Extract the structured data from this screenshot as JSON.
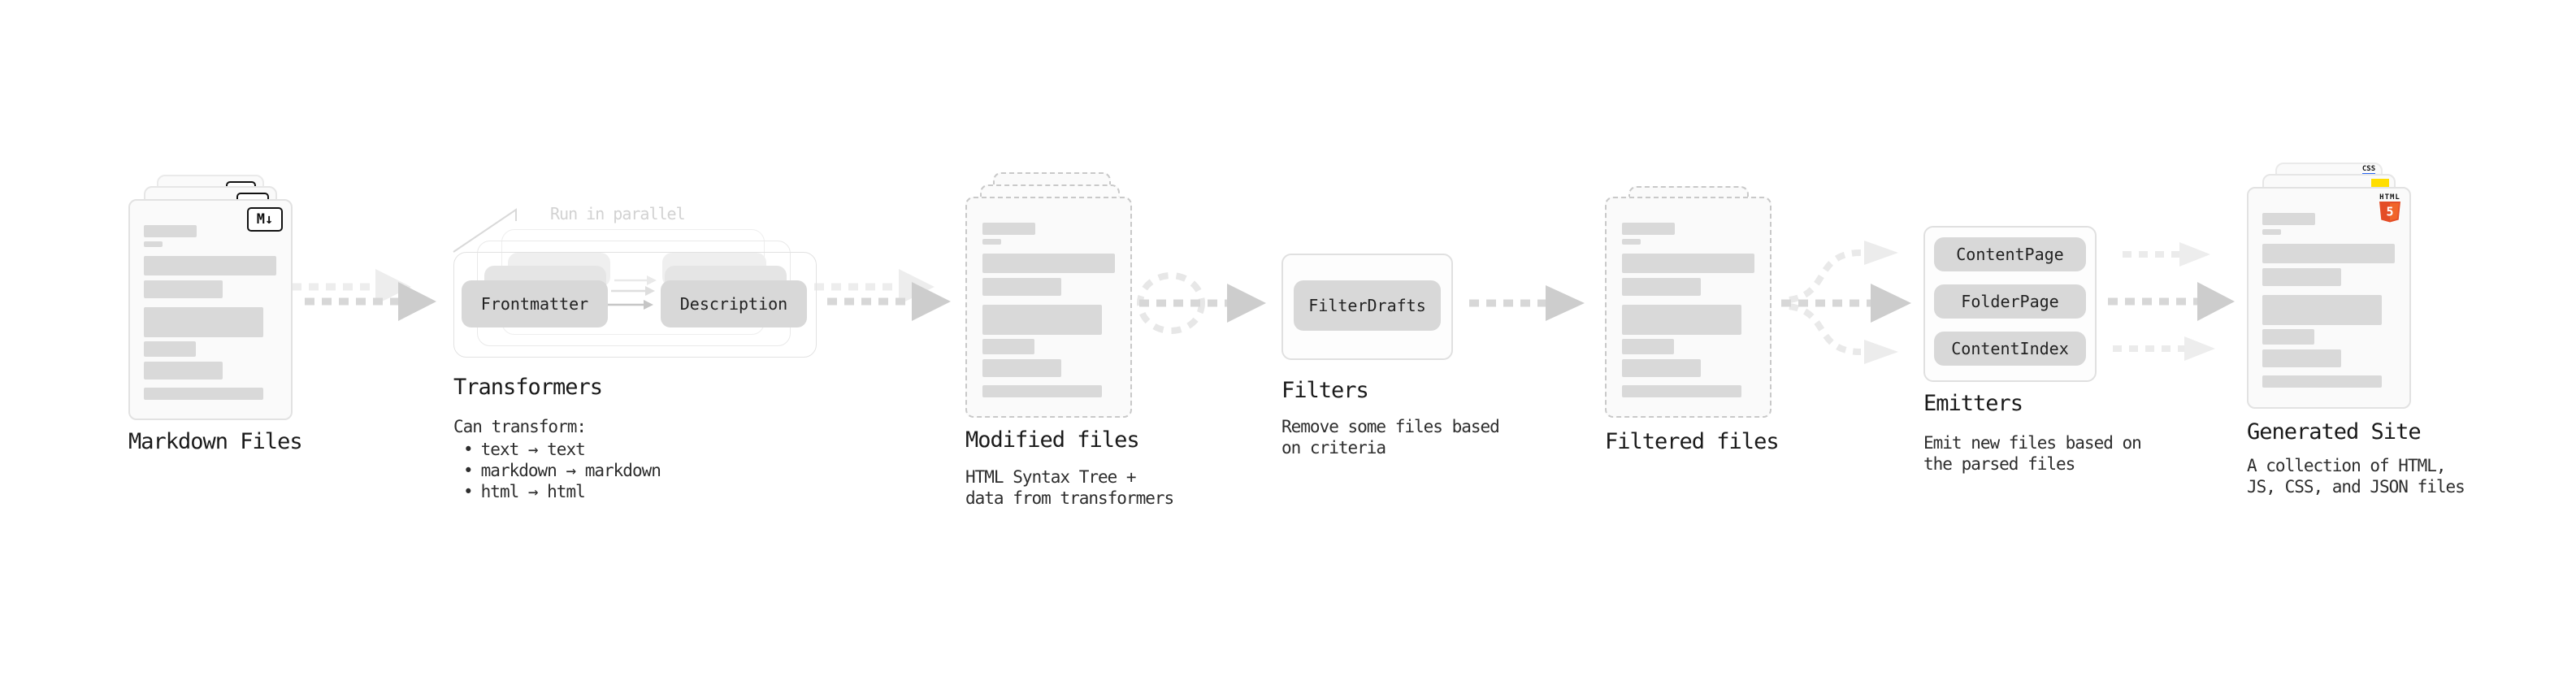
{
  "nodes": {
    "markdown_files": {
      "title": "Markdown Files",
      "icon_label": "M↓"
    },
    "transformers": {
      "title": "Transformers",
      "parallel_note": "Run in parallel",
      "frontmatter_label": "Frontmatter",
      "description_label": "Description",
      "can_transform_heading": "Can transform:",
      "bullet_char": "•",
      "bullets": [
        "text → text",
        "markdown → markdown",
        "html → html"
      ]
    },
    "modified_files": {
      "title": "Modified files",
      "subtitle_lines": [
        "HTML Syntax Tree +",
        "data from transformers"
      ]
    },
    "filters": {
      "title": "Filters",
      "button_label": "FilterDrafts",
      "subtitle_lines": [
        "Remove some files based",
        "on criteria"
      ]
    },
    "filtered_files": {
      "title": "Filtered files"
    },
    "emitters": {
      "title": "Emitters",
      "buttons": [
        "ContentPage",
        "FolderPage",
        "ContentIndex"
      ],
      "subtitle_lines": [
        "Emit new files based on",
        "the parsed files"
      ]
    },
    "generated_site": {
      "title": "Generated Site",
      "subtitle_lines": [
        "A collection of HTML,",
        "JS, CSS, and JSON files"
      ],
      "css_badge": "CSS",
      "html_logo_text": "HTML",
      "html_logo_number": "5"
    }
  },
  "colors": {
    "background": "#ffffff",
    "card_bg": "#fafafa",
    "card_border": "#e2e2e2",
    "dashed_border": "#c9c9c9",
    "placeholder_bar": "#d9d9d9",
    "pill_bg": "#d8d8d8",
    "arrow": "#d7d7d7",
    "arrow_head": "#cdcdcd",
    "arrow_ghost": "#ededed",
    "title_text": "#1a1a1a",
    "body_text": "#2d2d2d",
    "faint_text": "#d2d2d2",
    "js_yellow": "#ffde00",
    "css_blue": "#2965f1",
    "html_orange": "#e44d26",
    "html_orange_light": "#f16529"
  }
}
